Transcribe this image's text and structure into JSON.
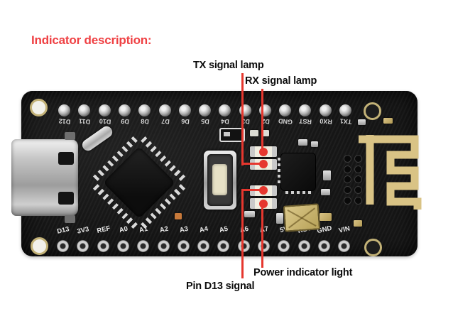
{
  "heading": {
    "text": "Indicator description:",
    "color": "#ef4043"
  },
  "annotations": {
    "tx": "TX signal lamp",
    "rx": "RX signal lamp",
    "power": "Power indicator light",
    "d13": "Pin D13 signal",
    "leader_color": "#e6372e"
  },
  "board": {
    "top_pin_labels": [
      "D12",
      "D11",
      "D10",
      "D9",
      "D8",
      "D7",
      "D6",
      "D5",
      "D4",
      "D3",
      "D2",
      "GND",
      "RST",
      "RX0",
      "TX1"
    ],
    "bottom_pin_labels": [
      "D13",
      "3V3",
      "REF",
      "A0",
      "A1",
      "A2",
      "A3",
      "A4",
      "A5",
      "A6",
      "A7",
      "5V",
      "RST",
      "GND",
      "VIN"
    ],
    "colors": {
      "pcb": "#151515",
      "antenna_gold": "#d9c385",
      "connector_silver": "#c6c6c6",
      "led_body": "#f0ede0",
      "button_cap": "#e7e1c6"
    }
  }
}
